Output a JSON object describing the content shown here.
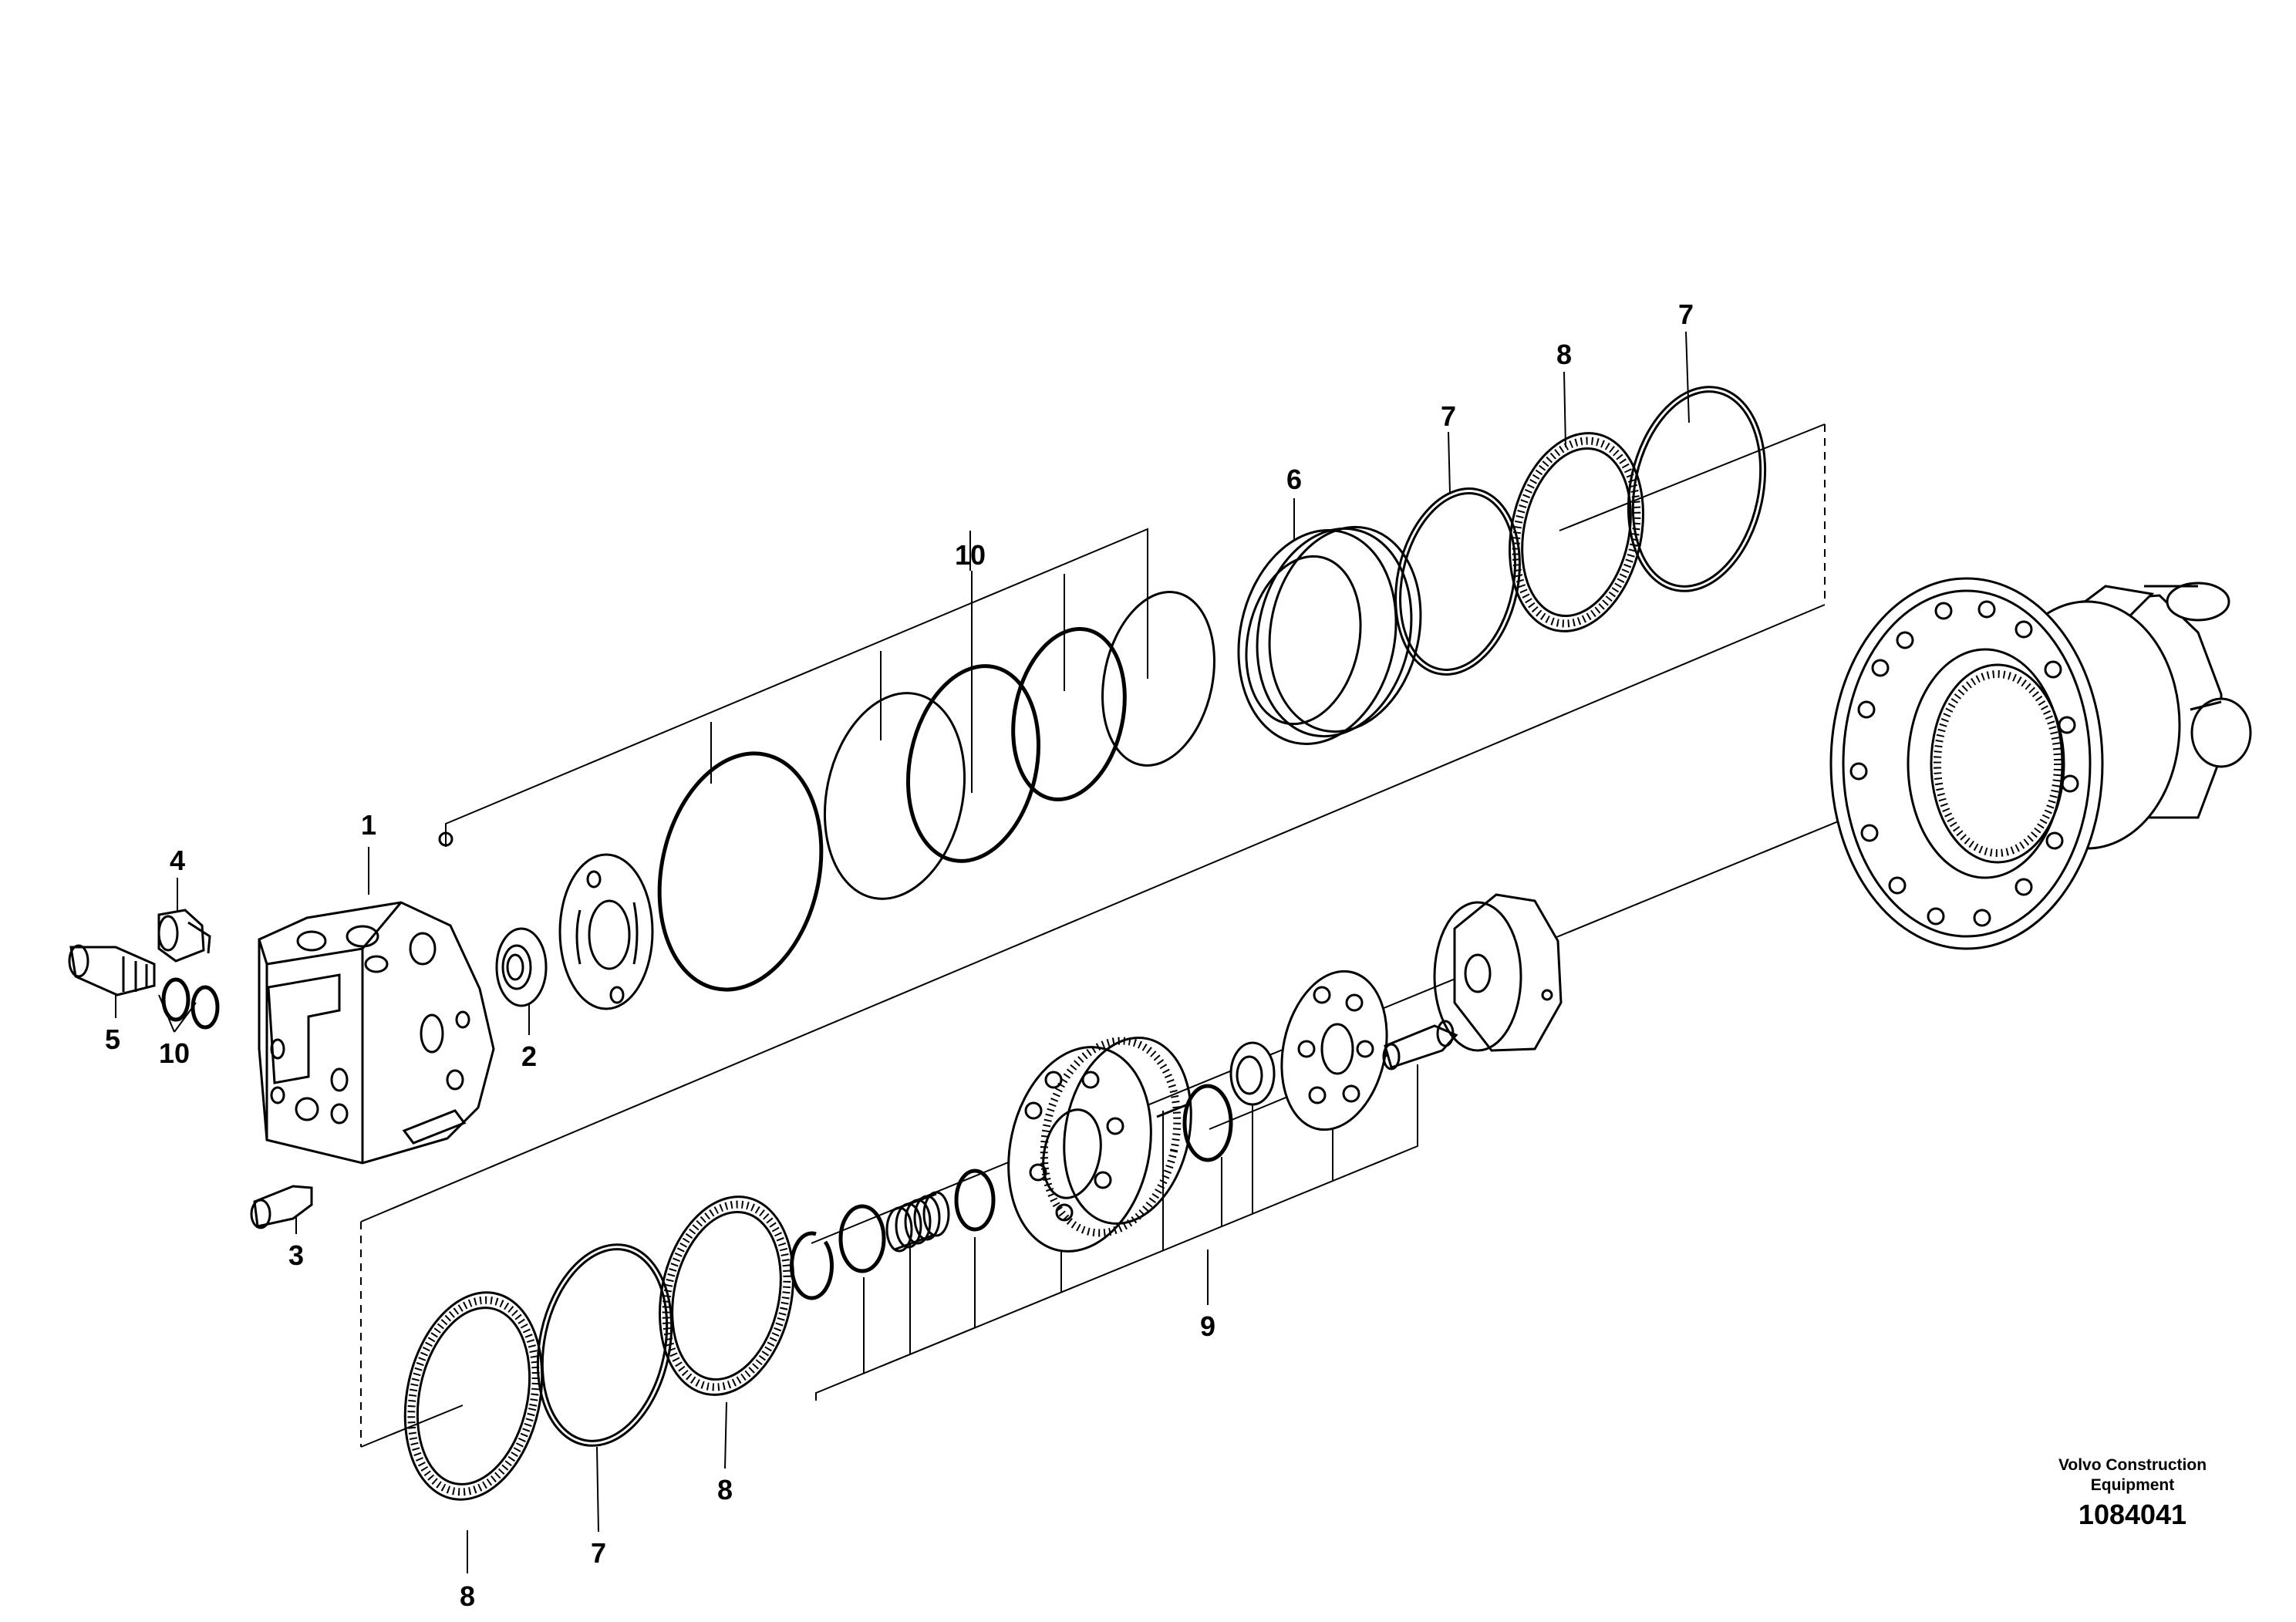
{
  "callouts": {
    "c1": "1",
    "c2": "2",
    "c3": "3",
    "c4": "4",
    "c5": "5",
    "c6": "6",
    "c7_top_a": "7",
    "c7_top_b": "7",
    "c7_bottom": "7",
    "c8_top": "8",
    "c8_bottom_a": "8",
    "c8_bottom_b": "8",
    "c9": "9",
    "c10_top": "10",
    "c10_left": "10"
  },
  "footer": {
    "brand_line1": "Volvo Construction",
    "brand_line2": "Equipment",
    "doc_number": "1084041"
  }
}
